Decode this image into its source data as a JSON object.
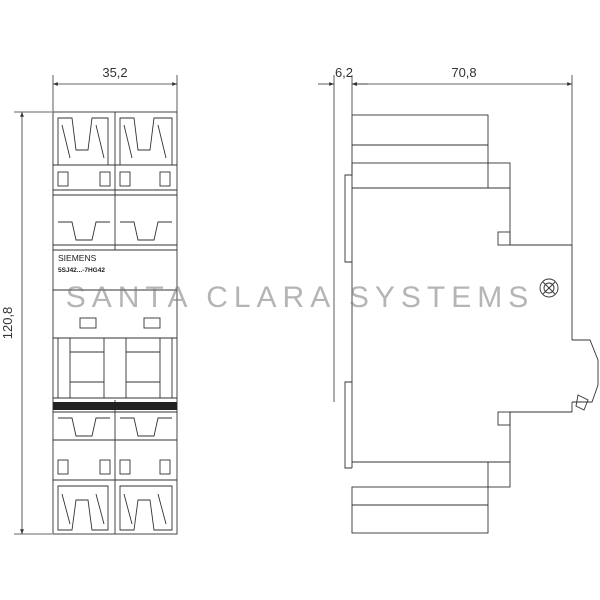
{
  "dimensions": {
    "front_width": "35,2",
    "front_height": "120,8",
    "side_offset": "6,2",
    "side_depth": "70,8"
  },
  "device": {
    "brand": "SIEMENS",
    "model": "5SJ42...-7HG42"
  },
  "watermark": {
    "text": "SANTA CLARA SYSTEMS"
  },
  "colors": {
    "line": "#333333",
    "band": "#222222"
  }
}
